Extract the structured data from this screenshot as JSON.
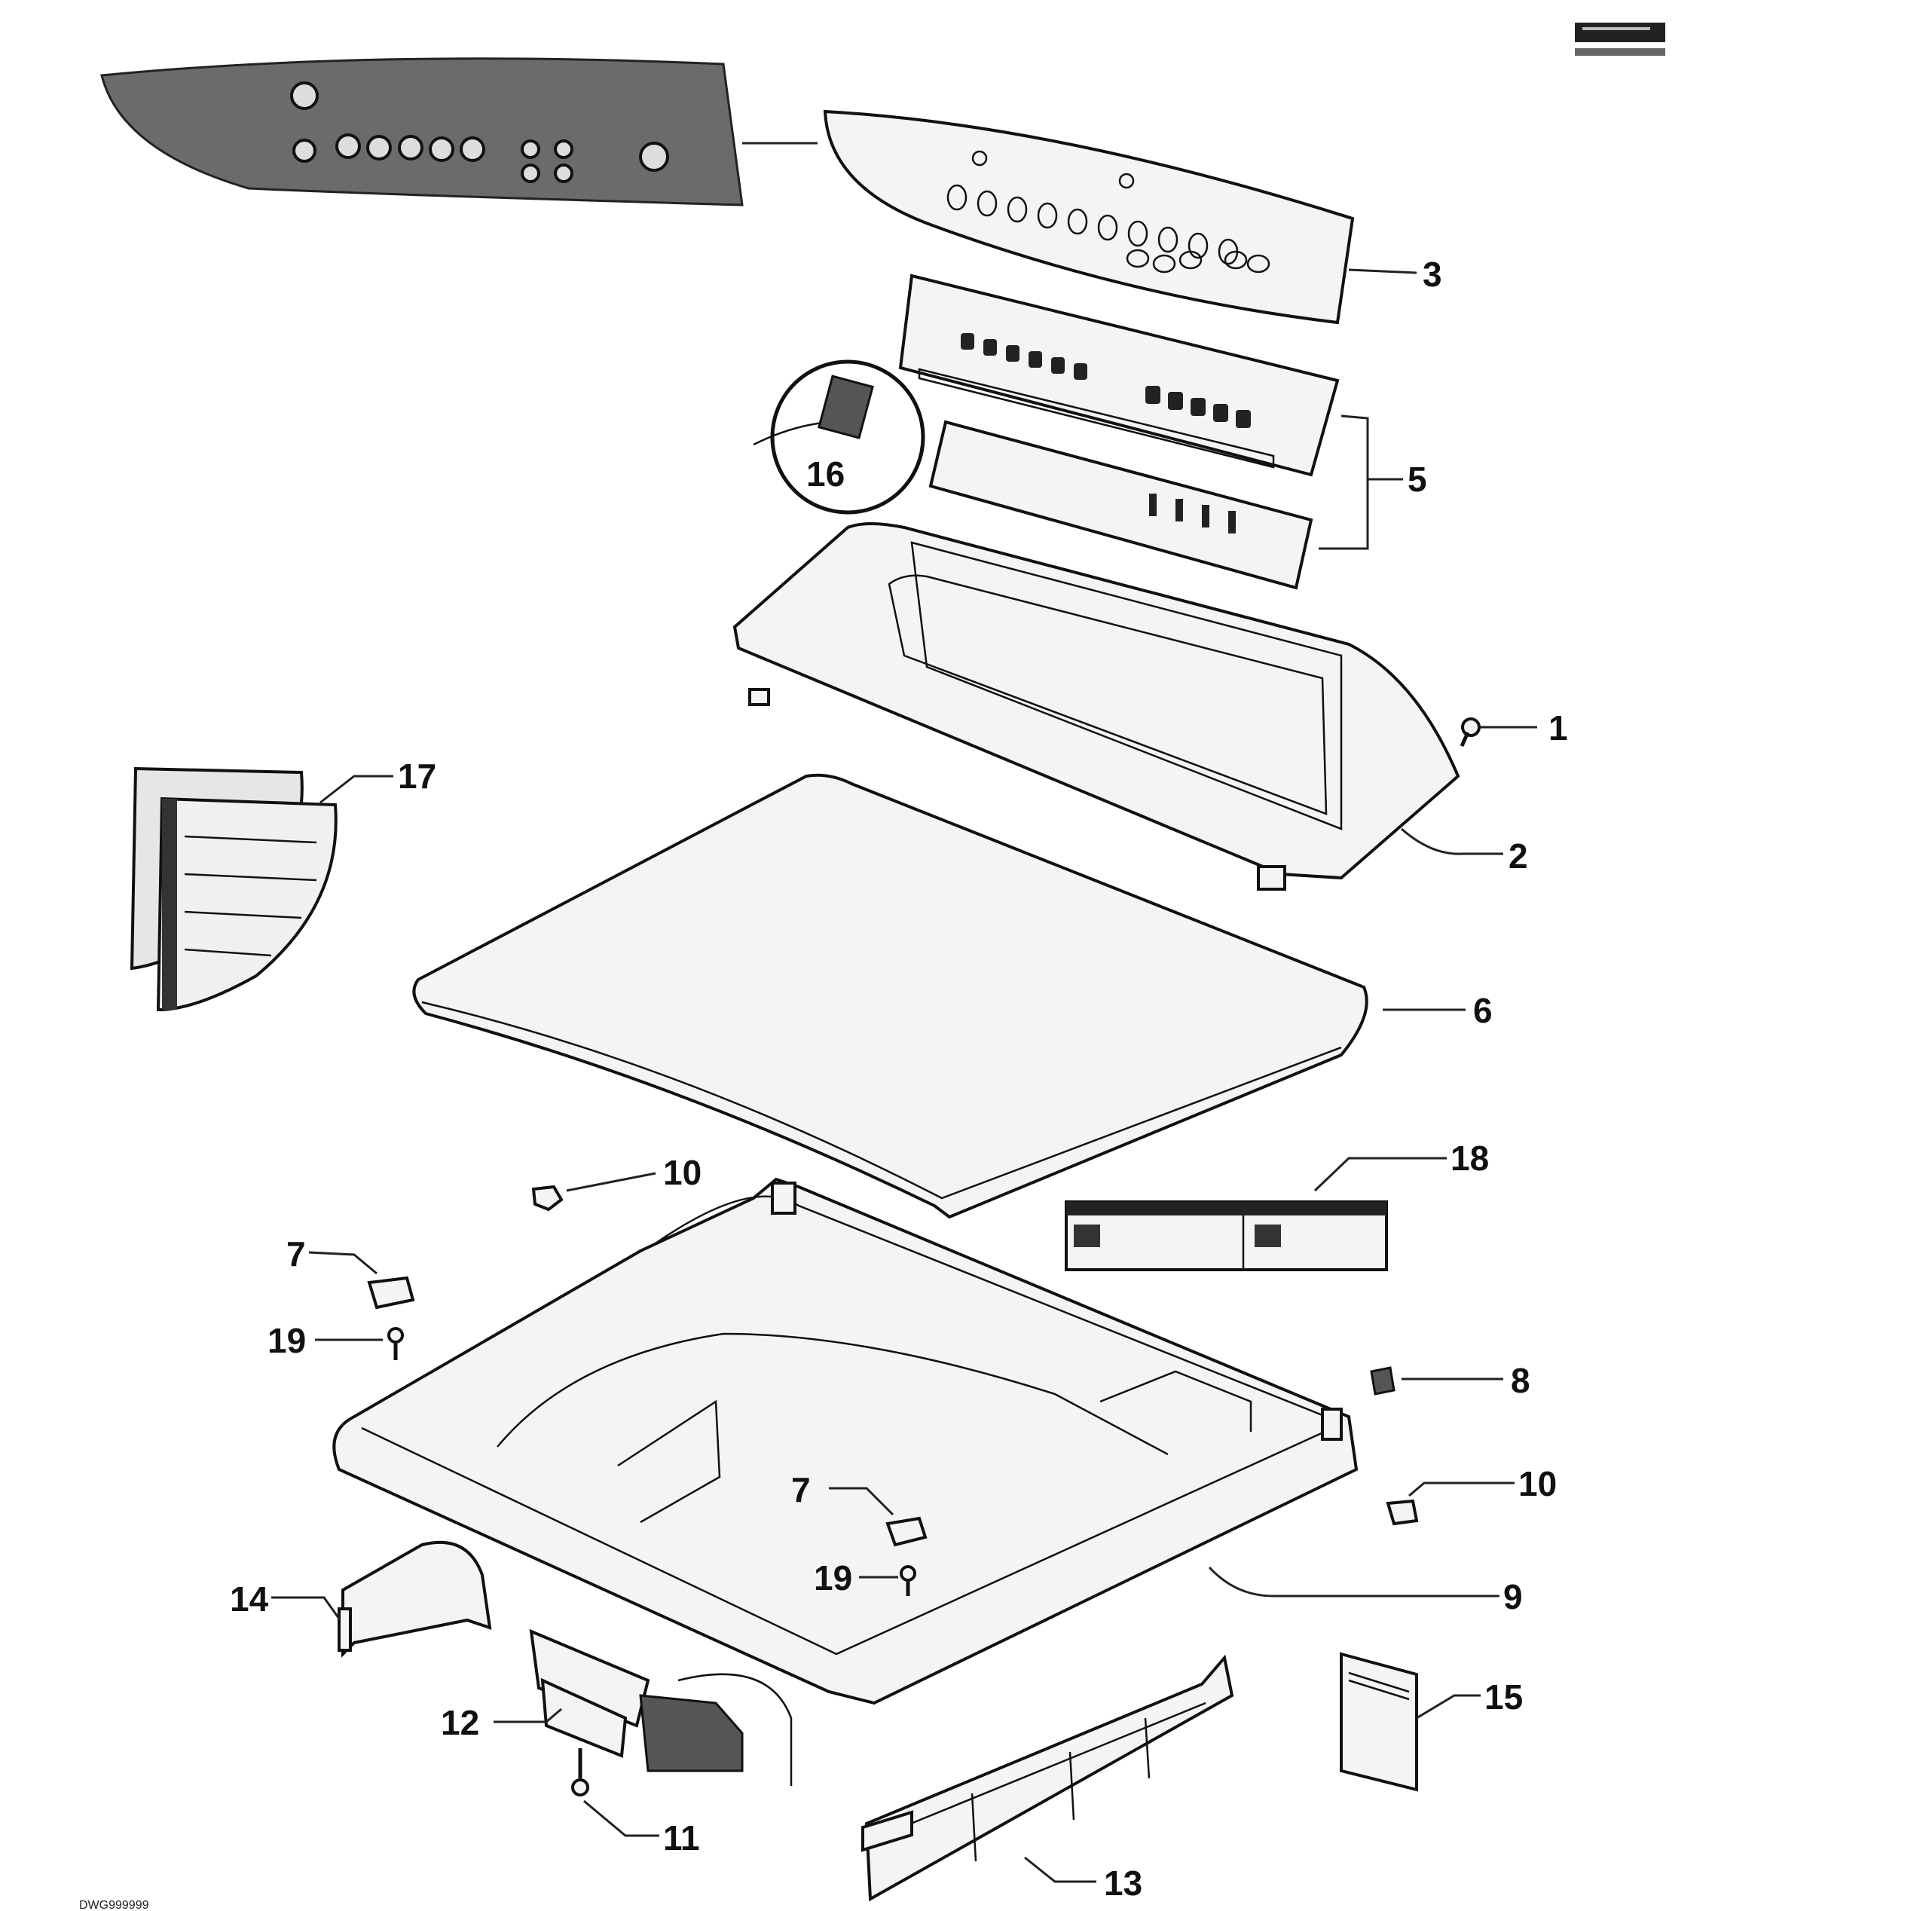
{
  "diagram": {
    "callouts": {
      "c1": "1",
      "c2": "2",
      "c3": "3",
      "c5": "5",
      "c6": "6",
      "c7a": "7",
      "c7b": "7",
      "c8": "8",
      "c9": "9",
      "c10a": "10",
      "c10b": "10",
      "c11": "11",
      "c12": "12",
      "c13": "13",
      "c14": "14",
      "c15": "15",
      "c16": "16",
      "c17": "17",
      "c18": "18",
      "c19a": "19",
      "c19b": "19"
    },
    "drawing_id": "DWG999999"
  },
  "colors": {
    "ink": "#111111",
    "panel_fill": "#6b6b6b",
    "part_fill": "#f4f4f4",
    "label_dark": "#222222"
  }
}
